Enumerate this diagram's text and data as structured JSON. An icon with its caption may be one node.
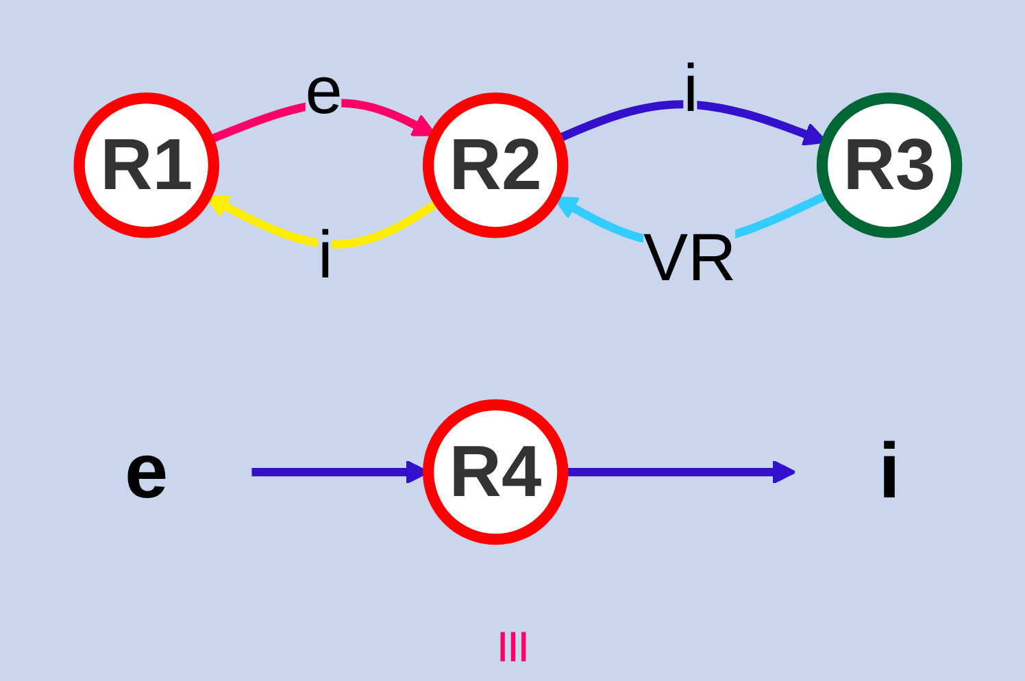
{
  "diagram": {
    "nodes": [
      {
        "text": [
          "R1"
        ]
      },
      {
        "text": [
          "R2"
        ]
      },
      {
        "text": [
          "R3"
        ]
      },
      {
        "text": [
          "e"
        ]
      },
      {
        "text": [
          "R4"
        ]
      },
      {
        "text": [
          "i"
        ]
      }
    ],
    "edges": [
      {
        "from": 0,
        "to": 1,
        "arrow": "to",
        "label": "e",
        "color": "#ff0066"
      },
      {
        "from": 1,
        "to": 2,
        "arrow": "to",
        "label": "i"
      },
      {
        "from": 1,
        "to": 0,
        "arrow": "to",
        "label": "i",
        "color": "#ffee00"
      },
      {
        "from": 2,
        "to": 1,
        "arrow": "to",
        "label": "VR",
        "color": "#33ccff"
      },
      {
        "from": 3,
        "to": 4,
        "arrow": "to"
      },
      {
        "from": 4,
        "to": 5,
        "arrow": "to"
      }
    ],
    "labels": [
      "≡"
    ]
  }
}
